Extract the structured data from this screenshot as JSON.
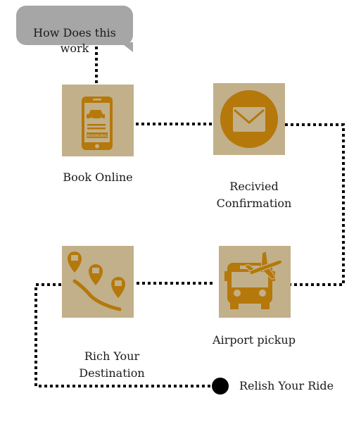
{
  "intro": {
    "text": "How Does this\nwork"
  },
  "steps": [
    {
      "label": "Book Online",
      "icon": "smartphone-booking-icon",
      "badge": "BOOKING"
    },
    {
      "label": "Recivied\nConfirmation",
      "icon": "envelope-icon"
    },
    {
      "label": "Airport pickup",
      "icon": "bus-airplane-icon"
    },
    {
      "label": "Rich Your\nDestination",
      "icon": "map-pins-route-icon"
    }
  ],
  "final_step": {
    "label": "Relish Your Ride"
  },
  "colors": {
    "tile": "#c2b08a",
    "icon": "#b5780a",
    "bubble": "#a6a6a6",
    "connector": "#000000"
  }
}
